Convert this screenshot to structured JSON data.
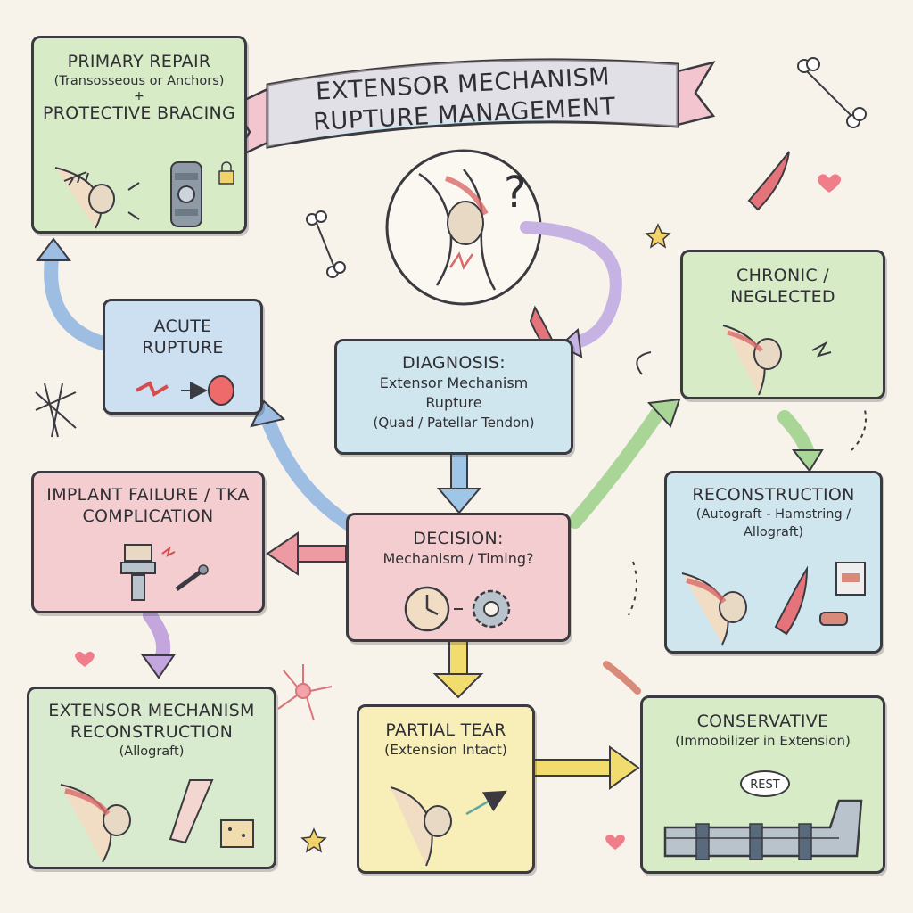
{
  "title": "EXTENSOR MECHANISM RUPTURE MANAGEMENT",
  "boxes": {
    "primary_repair": {
      "title": "PRIMARY REPAIR",
      "subtitle": "(Transosseous or Anchors)",
      "connector": "+",
      "title2": "PROTECTIVE BRACING"
    },
    "acute": {
      "title": "ACUTE RUPTURE"
    },
    "diagnosis": {
      "title": "DIAGNOSIS:",
      "line1": "Extensor Mechanism",
      "line2": "Rupture",
      "line3": "(Quad / Patellar Tendon)"
    },
    "chronic": {
      "title": "CHRONIC / NEGLECTED"
    },
    "implant": {
      "title": "IMPLANT FAILURE / TKA COMPLICATION"
    },
    "decision": {
      "title": "DECISION:",
      "subtitle": "Mechanism / Timing?"
    },
    "reconstruction": {
      "title": "RECONSTRUCTION",
      "line1": "(Autograft - Hamstring /",
      "line2": "Allograft)"
    },
    "em_reconstruction": {
      "title1": "EXTENSOR MECHANISM",
      "title2": "RECONSTRUCTION",
      "subtitle": "(Allograft)"
    },
    "partial": {
      "title": "PARTIAL TEAR",
      "subtitle": "(Extension Intact)"
    },
    "conservative": {
      "title": "CONSERVATIVE",
      "subtitle": "(Immobilizer in Extension)",
      "bubble": "REST"
    }
  },
  "colors": {
    "outline": "#3a3a40",
    "green": "#d6ebc6",
    "blue": "#cde0f2",
    "pink": "#f4cdd0",
    "yellow": "#f8efb8",
    "arrow_blue": "#9dbde3",
    "arrow_pink": "#ee9aa2",
    "arrow_green": "#a9d596",
    "arrow_yellow": "#f2dc6e",
    "arrow_purple": "#c3a6dd"
  },
  "icons": [
    "knee-icon",
    "brace-icon",
    "lock-icon",
    "question-icon",
    "clock-icon",
    "gear-icon",
    "screw-icon",
    "tendon-icon",
    "bone-icon",
    "star-icon",
    "heart-icon"
  ]
}
